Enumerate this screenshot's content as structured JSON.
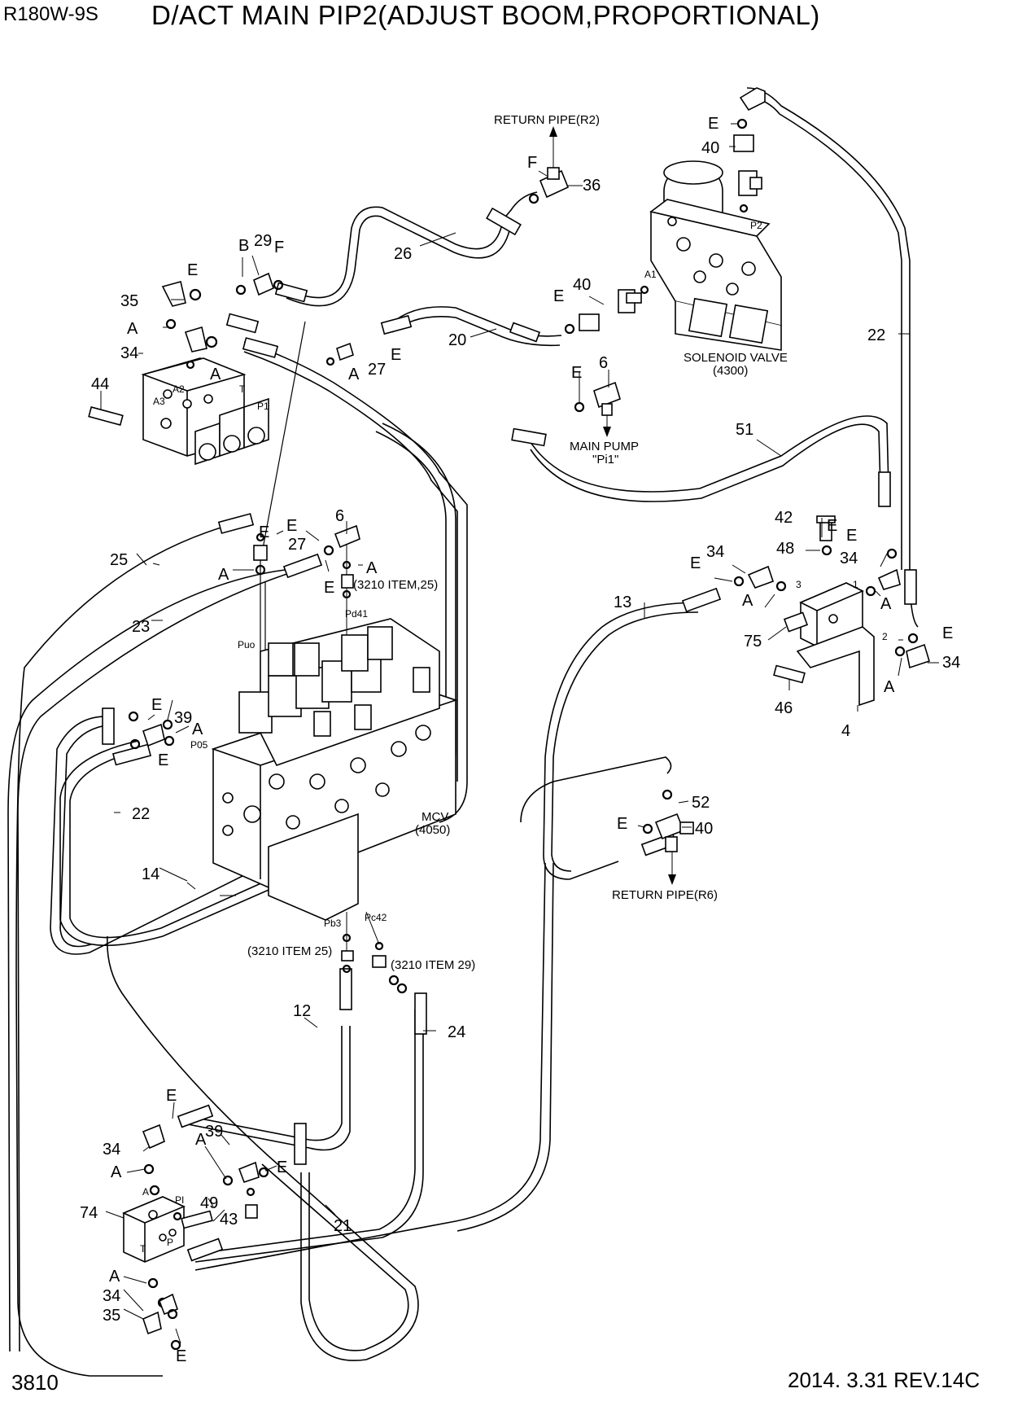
{
  "header": {
    "model": "R180W-9S",
    "title": "D/ACT MAIN PIP2(ADJUST BOOM,PROPORTIONAL)"
  },
  "footer": {
    "page_number": "3810",
    "revision": "2014. 3.31  REV.14C"
  },
  "components": {
    "solenoid_valve_name": "SOLENOID VALVE",
    "solenoid_valve_code": "(4300)",
    "mcv_name": "MCV",
    "mcv_code": "(4050)"
  },
  "callouts": {
    "return_r2": "RETURN PIPE(R2)",
    "return_r6": "RETURN PIPE(R6)",
    "main_pump": "MAIN PUMP",
    "main_pump_port": "\"Pi1\"",
    "item_3210_25_a": "(3210 ITEM,25)",
    "item_3210_25_b": "(3210 ITEM 25)",
    "item_3210_29": "(3210 ITEM 29)"
  },
  "ports": {
    "p2": "P2",
    "a1": "A1",
    "a2": "A2",
    "a3": "A3",
    "t_top": "T",
    "p1": "P1",
    "pd41": "Pd41",
    "puo": "Puo",
    "p05": "P05",
    "pb3": "Pb3",
    "pc42": "Pc42",
    "block_a": "A",
    "block_pi": "PI",
    "block_t": "T",
    "block_p": "P",
    "j1": "1",
    "j2": "2",
    "j3": "3"
  },
  "part_labels": {
    "n4": "4",
    "n6a": "6",
    "n6b": "6",
    "n12": "12",
    "n13": "13",
    "n14": "14",
    "n20": "20",
    "n21": "21",
    "n22a": "22",
    "n22b": "22",
    "n23": "23",
    "n24": "24",
    "n25": "25",
    "n26": "26",
    "n27a": "27",
    "n27b": "27",
    "n29": "29",
    "n34a": "34",
    "n34b": "34",
    "n34c": "34",
    "n34d": "34",
    "n34e": "34",
    "n34f": "34",
    "n35a": "35",
    "n35b": "35",
    "n36": "36",
    "n39a": "39",
    "n39b": "39",
    "n40a": "40",
    "n40b": "40",
    "n40c": "40",
    "n42": "42",
    "n43": "43",
    "n44": "44",
    "n46": "46",
    "n48": "48",
    "n49": "49",
    "n51": "51",
    "n52": "52",
    "n74": "74",
    "n75": "75",
    "a1": "A",
    "a2": "A",
    "a3": "A",
    "a4": "A",
    "a5": "A",
    "a6": "A",
    "a7": "A",
    "a8": "A",
    "a9": "A",
    "a10": "A",
    "a11": "A",
    "a12": "A",
    "b1": "B",
    "f1": "F",
    "f2": "F",
    "e1": "E",
    "e2": "E",
    "e3": "E",
    "e4": "E",
    "e5": "E",
    "e6": "E",
    "e7": "E",
    "e8": "E",
    "e9": "E",
    "e10": "E",
    "e11": "E",
    "e12": "E",
    "e13": "E",
    "e14": "E",
    "e15": "E",
    "e16": "E",
    "e17": "E",
    "e18": "E"
  }
}
